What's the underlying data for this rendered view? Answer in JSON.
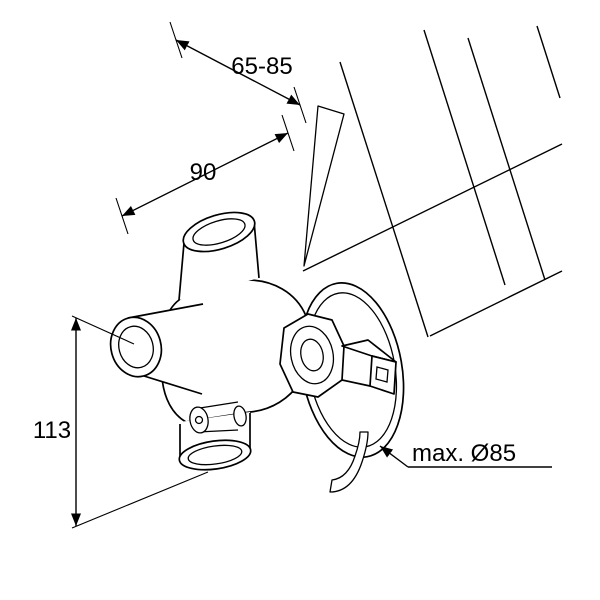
{
  "drawing": {
    "labels": {
      "installation_depth": "65-85",
      "width": "90",
      "height": "113",
      "max_diameter": "max. Ø85"
    }
  },
  "colors": {
    "line": "#000000",
    "background": "#ffffff"
  }
}
